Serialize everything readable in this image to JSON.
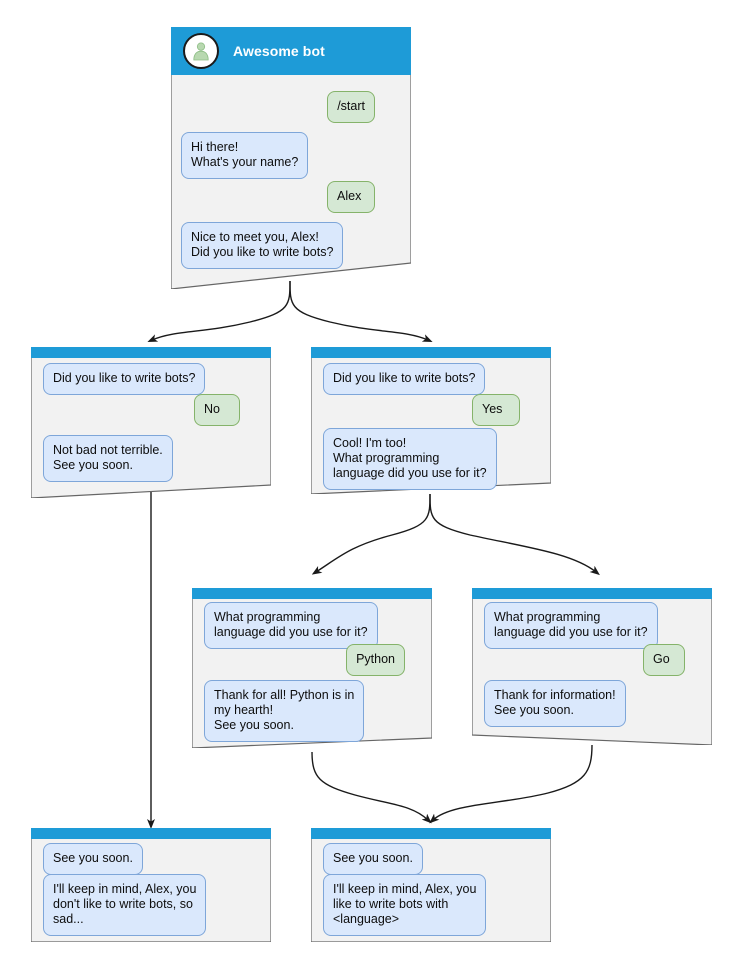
{
  "diagram": {
    "type": "chatbot-flow-diagram",
    "colors": {
      "header_blue": "#1e9bd7",
      "card_bg": "#f2f2f2",
      "card_border": "#666666",
      "bot_bubble_bg": "#dae8fc",
      "bot_bubble_border": "#7ea6d9",
      "user_bubble_bg": "#d5e8d4",
      "user_bubble_border": "#85b36a",
      "avatar_icon": "#b8d8b0",
      "edge_color": "#1a1a1a"
    }
  },
  "cards": {
    "root": {
      "title": "Awesome bot",
      "avatar_icon": "person-avatar-icon",
      "messages": [
        {
          "side": "user",
          "text": "/start"
        },
        {
          "side": "bot",
          "text": "Hi there!\nWhat's your name?"
        },
        {
          "side": "user",
          "text": "Alex"
        },
        {
          "side": "bot",
          "text": "Nice to meet you, Alex!\nDid you like to write bots?"
        }
      ]
    },
    "no_branch": {
      "title": "",
      "messages": [
        {
          "side": "bot",
          "text": "Did you like to write bots?"
        },
        {
          "side": "user",
          "text": "No"
        },
        {
          "side": "bot",
          "text": "Not bad not terrible.\nSee you soon."
        }
      ]
    },
    "yes_branch": {
      "title": "",
      "messages": [
        {
          "side": "bot",
          "text": "Did you like to write bots?"
        },
        {
          "side": "user",
          "text": "Yes"
        },
        {
          "side": "bot",
          "text": "Cool! I'm too!\nWhat programming\nlanguage did you use for it?"
        }
      ]
    },
    "python_branch": {
      "title": "",
      "messages": [
        {
          "side": "bot",
          "text": "What programming\nlanguage did you use for it?"
        },
        {
          "side": "user",
          "text": "Python"
        },
        {
          "side": "bot",
          "text": "Thank for all! Python is in\nmy hearth!\nSee you soon."
        }
      ]
    },
    "go_branch": {
      "title": "",
      "messages": [
        {
          "side": "bot",
          "text": "What programming\nlanguage did you use for it?"
        },
        {
          "side": "user",
          "text": "Go"
        },
        {
          "side": "bot",
          "text": "Thank for information!\nSee you soon."
        }
      ]
    },
    "end_no": {
      "title": "",
      "messages": [
        {
          "side": "bot",
          "text": "See you soon."
        },
        {
          "side": "bot",
          "text": "I'll keep in mind, Alex, you\ndon't like to write bots, so\nsad..."
        }
      ]
    },
    "end_yes": {
      "title": "",
      "messages": [
        {
          "side": "bot",
          "text": "See you soon."
        },
        {
          "side": "bot",
          "text": "I'll keep in mind, Alex, you\nlike to write bots with\n<language>"
        }
      ]
    }
  }
}
